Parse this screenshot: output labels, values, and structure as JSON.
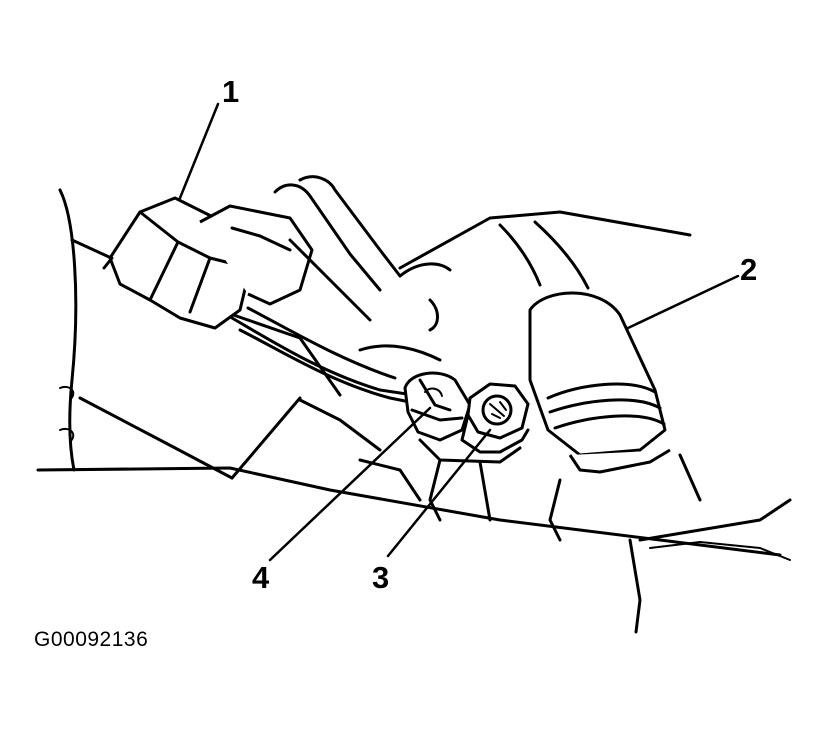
{
  "figure_id": "G00092136",
  "callouts": [
    {
      "id": "1",
      "label": "1",
      "part": "electrical-connector"
    },
    {
      "id": "2",
      "label": "2",
      "part": "hose"
    },
    {
      "id": "3",
      "label": "3",
      "part": "bolt"
    },
    {
      "id": "4",
      "label": "4",
      "part": "sensor"
    }
  ],
  "colors": {
    "ink": "#000000",
    "paper": "#ffffff"
  }
}
